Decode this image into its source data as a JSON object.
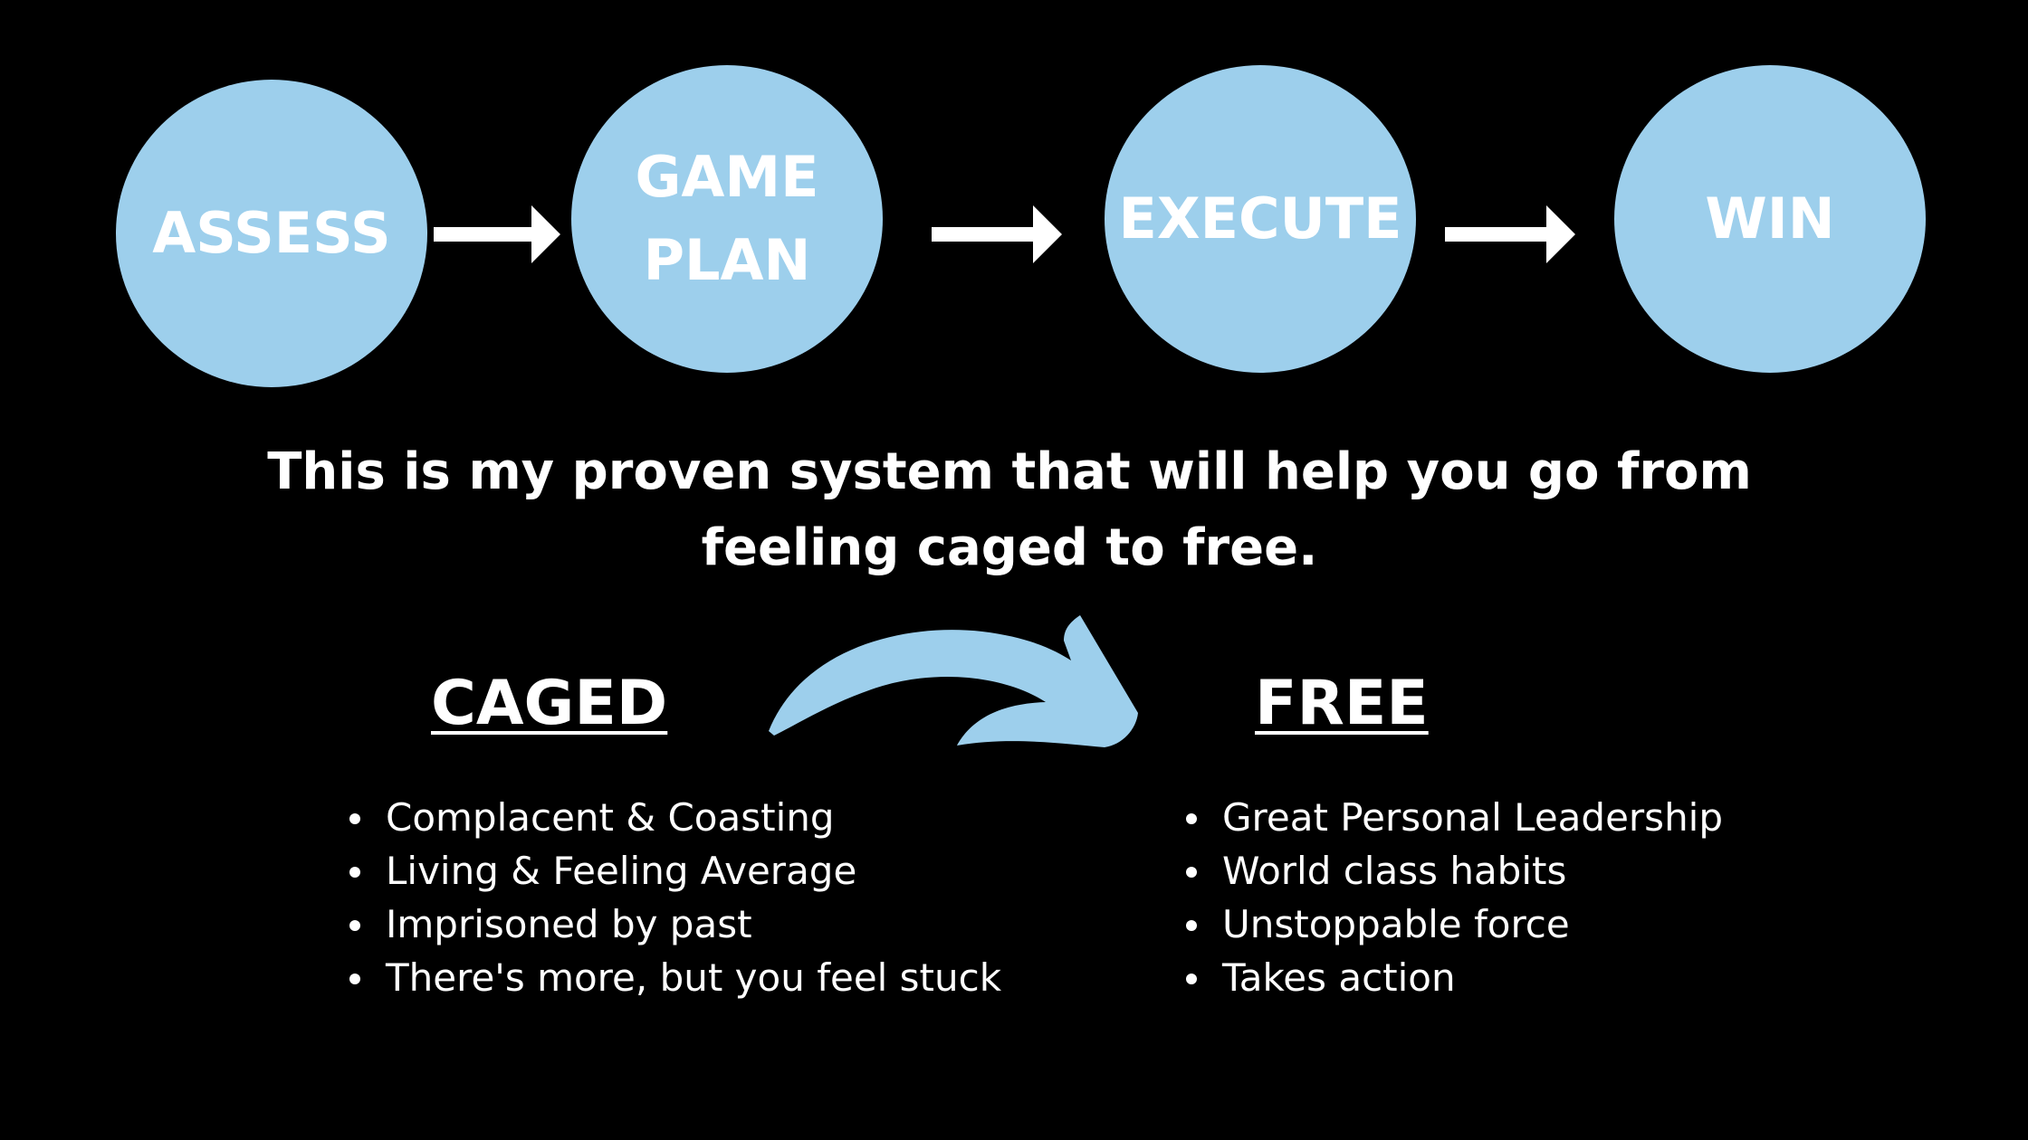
{
  "steps": [
    {
      "label": "ASSESS"
    },
    {
      "label_line1": "GAME",
      "label_line2": "PLAN"
    },
    {
      "label": "EXECUTE"
    },
    {
      "label": "WIN"
    }
  ],
  "headline": {
    "line1": "This is my proven system that will help you go from",
    "line2": "feeling caged to free."
  },
  "caged": {
    "title": "CAGED",
    "items": [
      "Complacent & Coasting",
      "Living & Feeling Average",
      "Imprisoned by past",
      "There's more, but you feel stuck"
    ]
  },
  "free": {
    "title": "FREE",
    "items": [
      "Great Personal Leadership",
      "World class habits",
      "Unstoppable force",
      "Takes action"
    ]
  },
  "colors": {
    "circle": "#9dcfec",
    "background": "#000000",
    "text": "#ffffff"
  }
}
